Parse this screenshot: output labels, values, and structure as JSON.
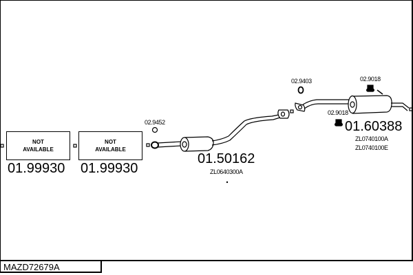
{
  "diagram_code": "MAZD72679A",
  "parts": [
    {
      "ref": "01.99930",
      "box_text": [
        "NOT",
        "AVAILABLE"
      ]
    },
    {
      "ref": "01.99930",
      "box_text": [
        "NOT",
        "AVAILABLE"
      ]
    },
    {
      "ref": "01.50162",
      "oem": [
        "ZL0640300A"
      ]
    },
    {
      "ref": "01.60388",
      "oem": [
        "ZL0740100A",
        "ZL0740100E"
      ]
    }
  ],
  "fittings": {
    "ring_front": "02.9452",
    "nut_mid": "02.9403",
    "clamp_rear_top": "02.9018",
    "clamp_rear_bottom": "02.9018"
  }
}
